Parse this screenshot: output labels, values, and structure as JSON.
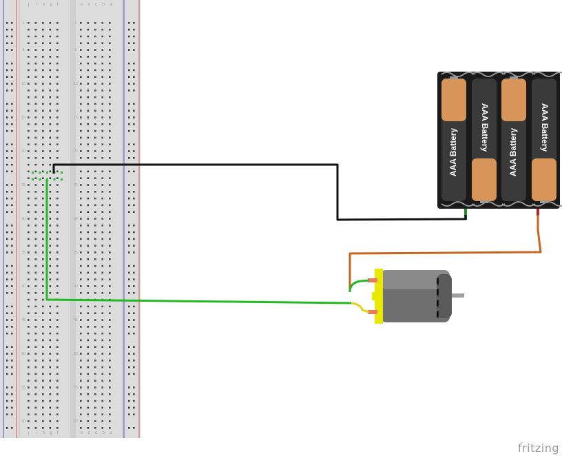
{
  "brand": {
    "text": "fritzing"
  },
  "breadboard": {
    "row_labels": [
      "1",
      "5",
      "10",
      "15",
      "20",
      "25",
      "30",
      "35",
      "40",
      "45",
      "50",
      "55",
      "60"
    ],
    "column_letters_left": [
      "j",
      "i",
      "h",
      "g",
      "f"
    ],
    "column_letters_right": [
      "e",
      "d",
      "c",
      "b",
      "a"
    ],
    "colors": {
      "board": "#dcdcdc",
      "hole": "#444444",
      "power_red": "#d9534f",
      "power_blue": "#3a53c8",
      "active_hole": "#1fbf2f"
    }
  },
  "battery_pack": {
    "cells": [
      {
        "label": "AAA Battery",
        "orientation": "up"
      },
      {
        "label": "AAA Battery",
        "orientation": "down"
      },
      {
        "label": "AAA Battery",
        "orientation": "up"
      },
      {
        "label": "AAA Battery",
        "orientation": "down"
      }
    ],
    "colors": {
      "holder": "#1a1a1a",
      "cell_copper": "#d8955a",
      "cell_black": "#3a3a3a",
      "spring": "#9a9a9a"
    }
  },
  "motor": {
    "colors": {
      "body": "#6f6f6f",
      "cap": "#e8e800",
      "shaft": "#a0a0a0",
      "terminal": "#e87b5a"
    }
  },
  "wires": [
    {
      "name": "black-wire",
      "color": "#111111"
    },
    {
      "name": "green-wire",
      "color": "#22b922"
    },
    {
      "name": "orange-wire",
      "color": "#c8641e"
    },
    {
      "name": "yellow-lead",
      "color": "#e6cf1e"
    },
    {
      "name": "green-lead",
      "color": "#22b922"
    }
  ]
}
